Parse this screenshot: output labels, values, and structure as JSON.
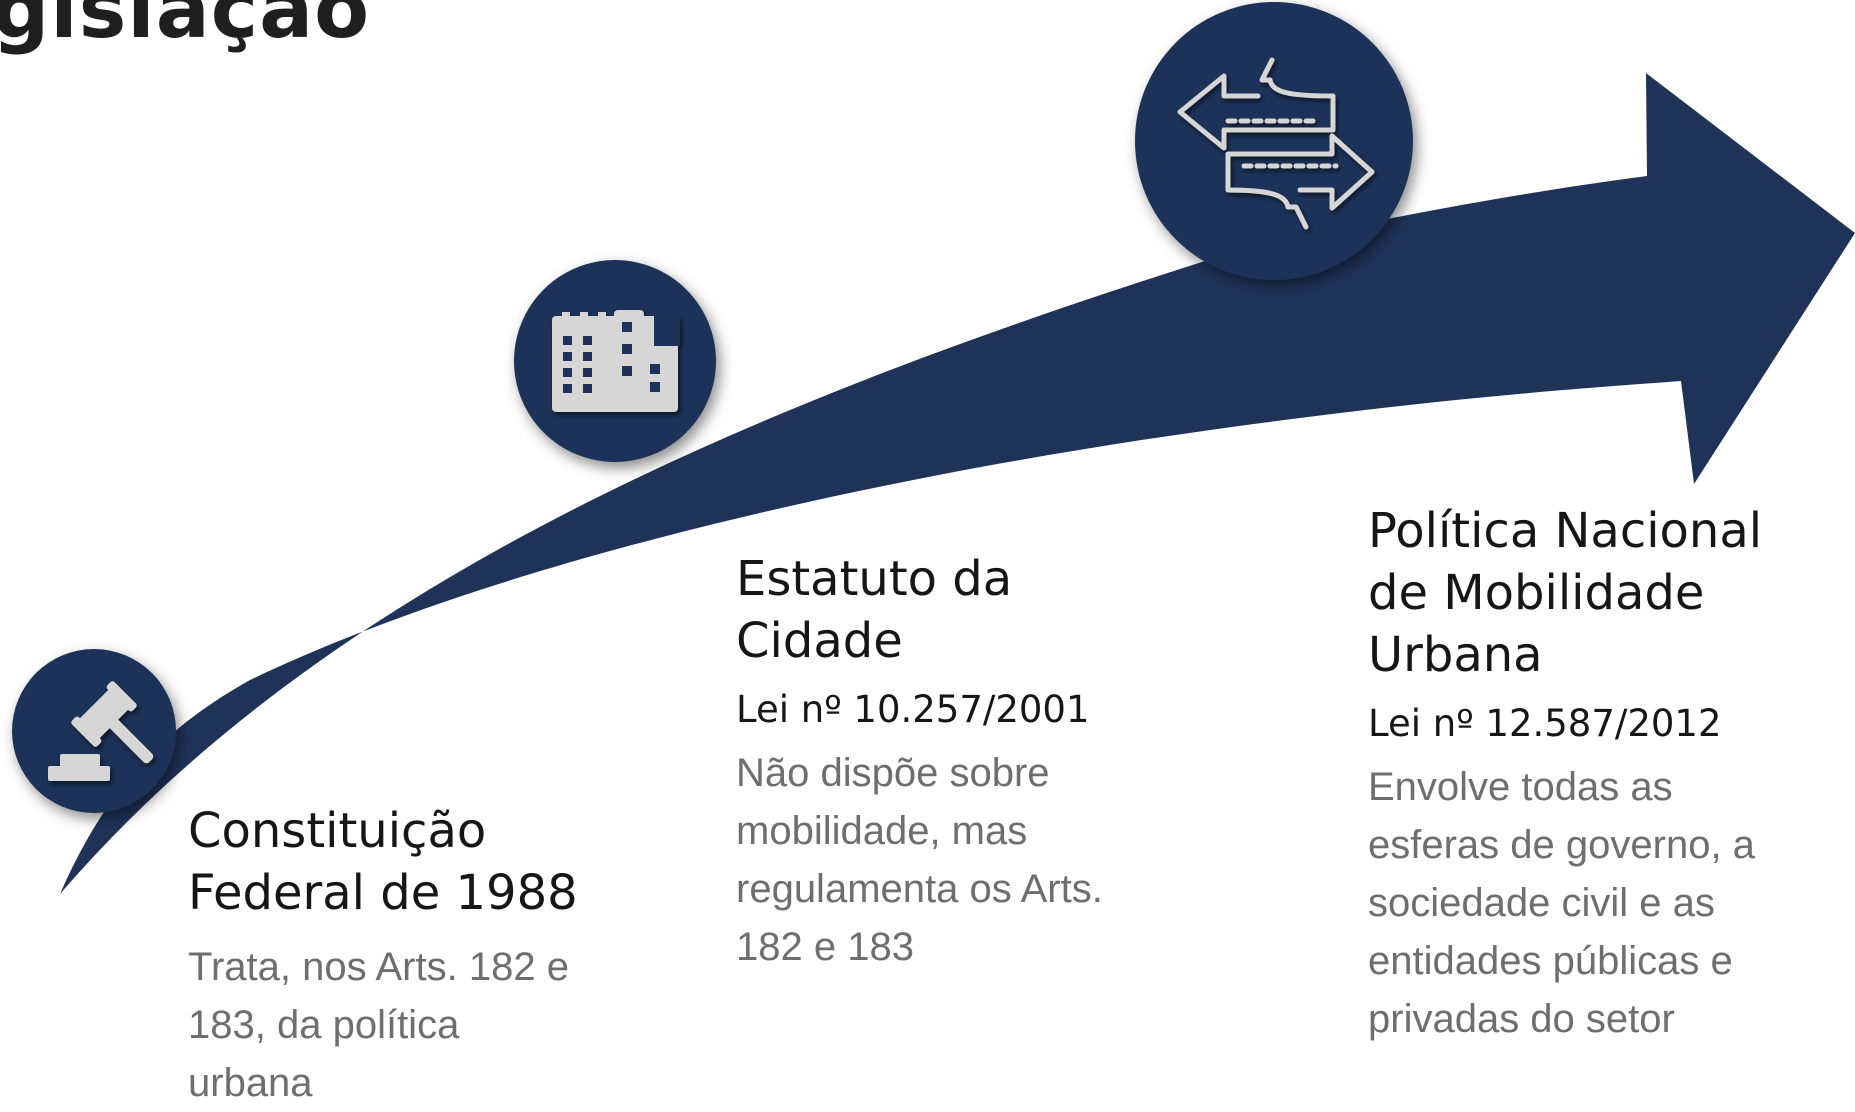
{
  "page": {
    "title": "gislação"
  },
  "colors": {
    "primary": "#1f3359",
    "icon_fill": "#d6d6d6",
    "text_dark": "#161616",
    "text_muted": "#6e6e6e"
  },
  "milestones": [
    {
      "icon": "gavel-icon",
      "title": "Constituição\nFederal de 1988",
      "number": "",
      "description": "Trata, nos Arts. 182 e\n183, da política\nurbana"
    },
    {
      "icon": "buildings-icon",
      "title": "Estatuto da\nCidade",
      "number": "Lei nº 10.257/2001",
      "description": "Não dispõe sobre\nmobilidade, mas\nregulamenta os Arts.\n182 e 183"
    },
    {
      "icon": "road-arrows-icon",
      "title": "Política Nacional\nde Mobilidade\nUrbana",
      "number": "Lei nº 12.587/2012",
      "description": "Envolve todas as\nesferas de governo, a\nsociedade civil e as\nentidades públicas e\nprivadas do setor"
    }
  ]
}
